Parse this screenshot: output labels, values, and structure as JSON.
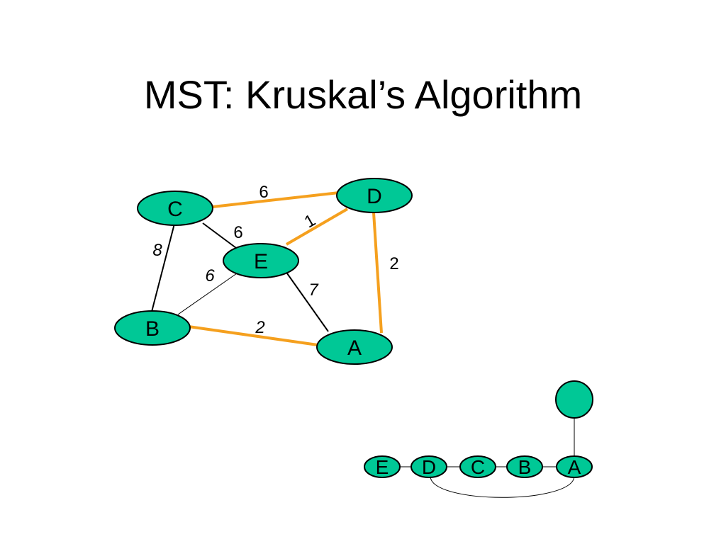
{
  "title": "MST: Kruskal’s Algorithm",
  "colors": {
    "node_fill": "#00c896",
    "node_stroke": "#000000",
    "mst_edge": "#f5a01e",
    "plain_edge": "#000000",
    "background": "#ffffff"
  },
  "graph": {
    "nodes": [
      {
        "id": "C",
        "label": "C"
      },
      {
        "id": "D",
        "label": "D"
      },
      {
        "id": "E",
        "label": "E"
      },
      {
        "id": "B",
        "label": "B"
      },
      {
        "id": "A",
        "label": "A"
      }
    ],
    "edges": [
      {
        "from": "C",
        "to": "D",
        "weight": "6",
        "in_mst": true
      },
      {
        "from": "E",
        "to": "D",
        "weight": "1",
        "in_mst": true
      },
      {
        "from": "D",
        "to": "A",
        "weight": "2",
        "in_mst": true
      },
      {
        "from": "B",
        "to": "A",
        "weight": "2",
        "in_mst": true
      },
      {
        "from": "C",
        "to": "E",
        "weight": "6",
        "in_mst": false
      },
      {
        "from": "C",
        "to": "B",
        "weight": "8",
        "in_mst": false
      },
      {
        "from": "B",
        "to": "E",
        "weight": "6",
        "in_mst": false
      },
      {
        "from": "E",
        "to": "A",
        "weight": "7",
        "in_mst": false
      }
    ]
  },
  "union_find": {
    "row": [
      "E",
      "D",
      "C",
      "B",
      "A"
    ],
    "root_above_label": "",
    "links": [
      {
        "from": "A",
        "to": "root",
        "kind": "vertical"
      },
      {
        "from": "D",
        "to": "A",
        "kind": "arc"
      }
    ]
  }
}
